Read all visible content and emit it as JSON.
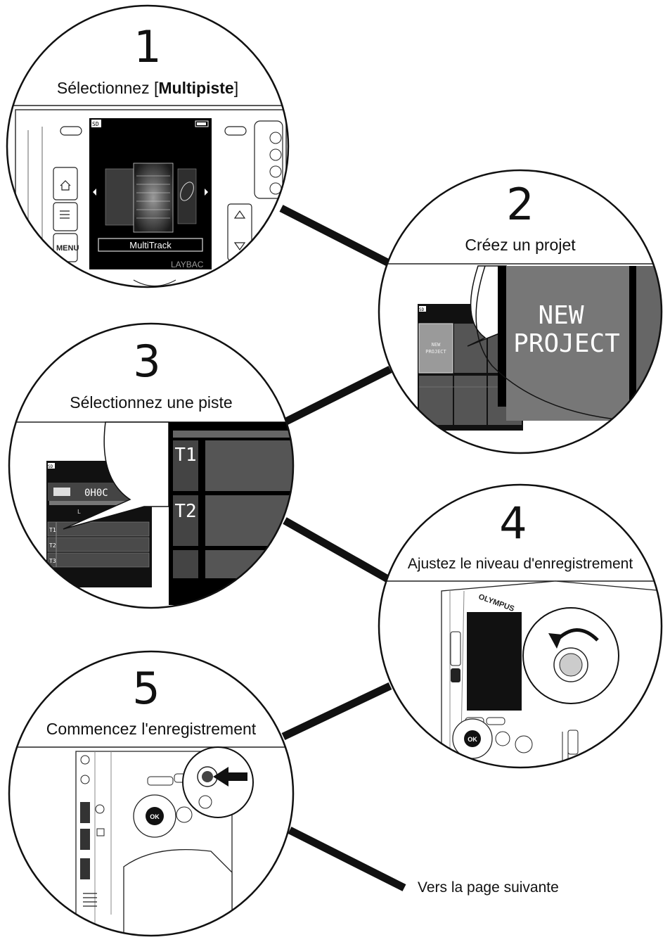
{
  "steps": [
    {
      "number": "1",
      "caption_prefix": "Sélectionnez [",
      "caption_bold": "Multipiste",
      "caption_suffix": "]",
      "screen": {
        "storage": "SD",
        "menu_key": "MENU",
        "selected_mode": "MultiTrack",
        "partial_mode": "LAYBAC"
      }
    },
    {
      "number": "2",
      "caption": "Créez un projet",
      "screen": {
        "tile_label_line1": "NEW",
        "tile_label_line2": "PROJECT",
        "storage": "SD"
      }
    },
    {
      "number": "3",
      "caption": "Sélectionnez une piste",
      "screen": {
        "storage": "SD",
        "time_partial": "0H0C",
        "tracks": [
          "T1",
          "T2",
          "T3"
        ],
        "zoom_track1": "T 1",
        "zoom_track2": "T 2",
        "level_label": "L"
      }
    },
    {
      "number": "4",
      "caption": "Ajustez le niveau d'enregistrement",
      "screen": {
        "brand": "OLYMPUS",
        "center_key": "OK"
      }
    },
    {
      "number": "5",
      "caption": "Commencez l'enregistrement",
      "screen": {
        "center_key": "OK"
      }
    }
  ],
  "footer": {
    "next_page": "Vers la page suivante"
  }
}
